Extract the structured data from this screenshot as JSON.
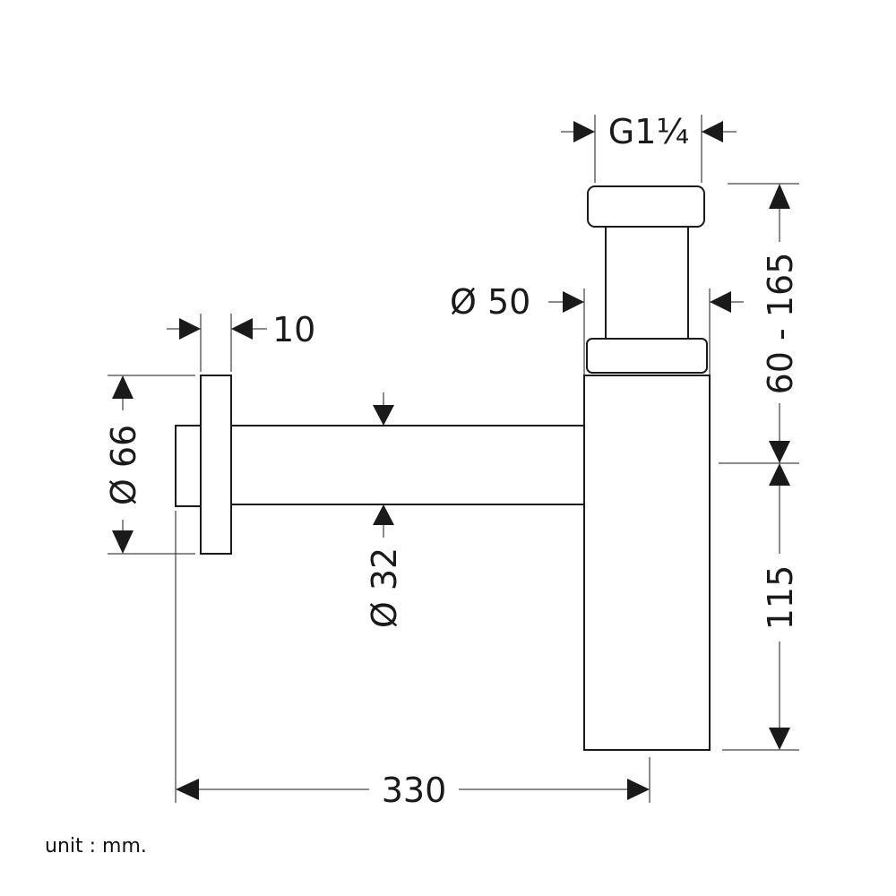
{
  "dimensions": {
    "thread": "G1¼",
    "dia_50": "Ø 50",
    "height_adj": "60 - 165",
    "height_115": "115",
    "flange_10": "10",
    "dia_66": "Ø 66",
    "dia_32": "Ø 32",
    "length_330": "330"
  },
  "unit_note": "unit : mm.",
  "colors": {
    "line": "#1a1a1a",
    "background": "#ffffff"
  }
}
